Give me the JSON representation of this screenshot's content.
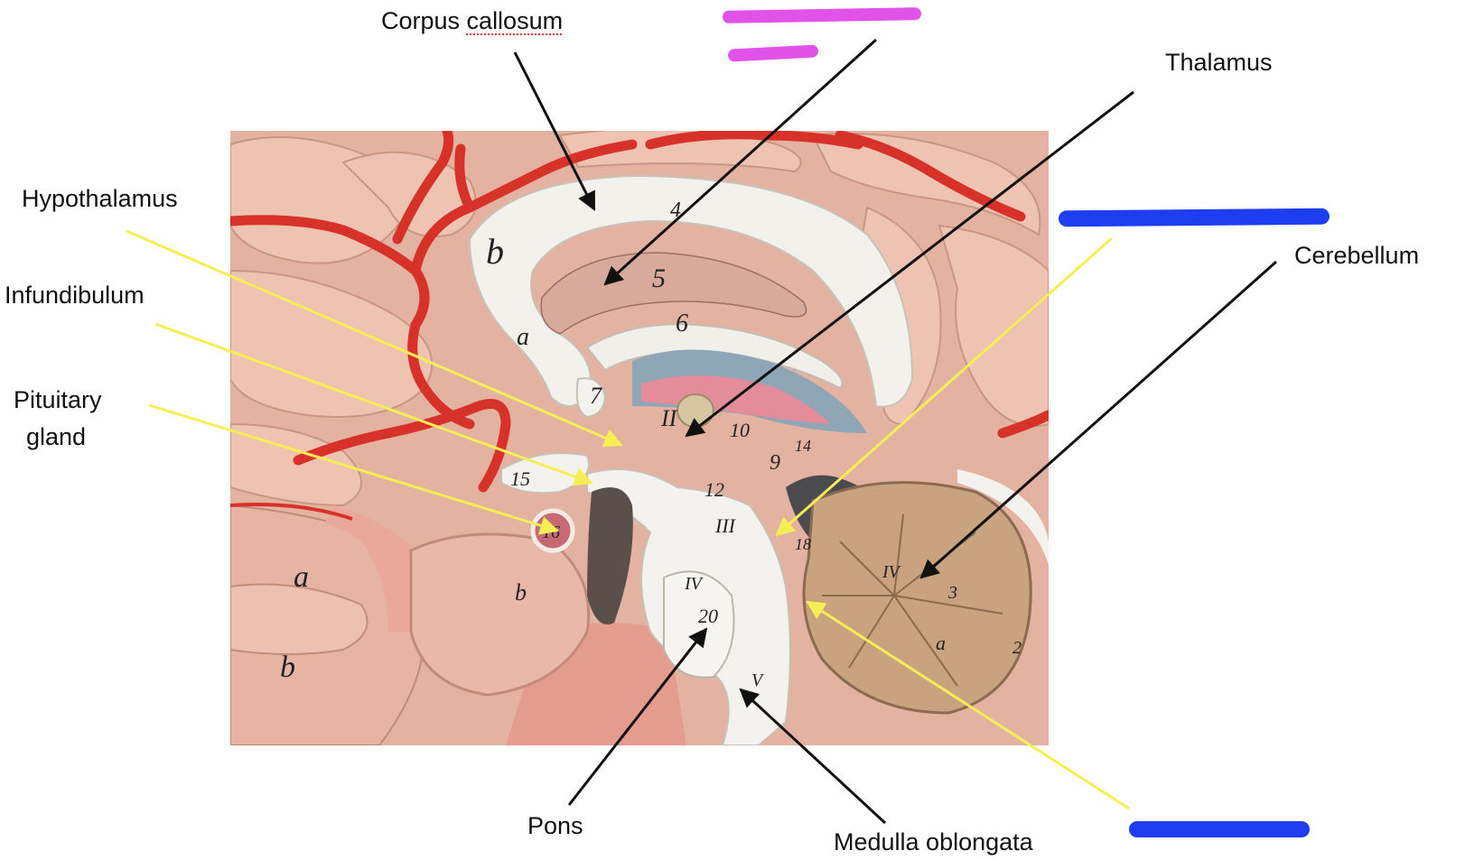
{
  "labels": {
    "corpus_callosum_a": "Corpus ",
    "corpus_callosum_b": "callosum",
    "thalamus": "Thalamus",
    "hypothalamus": "Hypothalamus",
    "infundibulum": "Infundibulum",
    "pituitary_line1": "Pituitary",
    "pituitary_line2": "gland",
    "cerebellum": "Cerebellum",
    "pons": "Pons",
    "medulla": "Medulla oblongata"
  },
  "model_markings": {
    "n4": "4",
    "n5": "5",
    "n6": "6",
    "n7": "7",
    "n9": "9",
    "n10": "10",
    "n12": "12",
    "n14": "14",
    "n15": "15",
    "n16": "16",
    "n18": "18",
    "n20": "20",
    "n2": "2",
    "n3": "3",
    "rII": "II",
    "rIII": "III",
    "rIV": "IV",
    "rIVc": "IV",
    "rV": "V",
    "la": "a",
    "lb": "b",
    "la2": "a",
    "lb2": "b",
    "lb3": "b",
    "la3": "a"
  },
  "colors": {
    "leader_black": "#111111",
    "leader_yellow": "#f5ee55",
    "redact_magenta": "#e052e8",
    "redact_blue": "#1f3df0",
    "artery_red": "#d7322a",
    "brain_pink": "#e7b7a5"
  }
}
